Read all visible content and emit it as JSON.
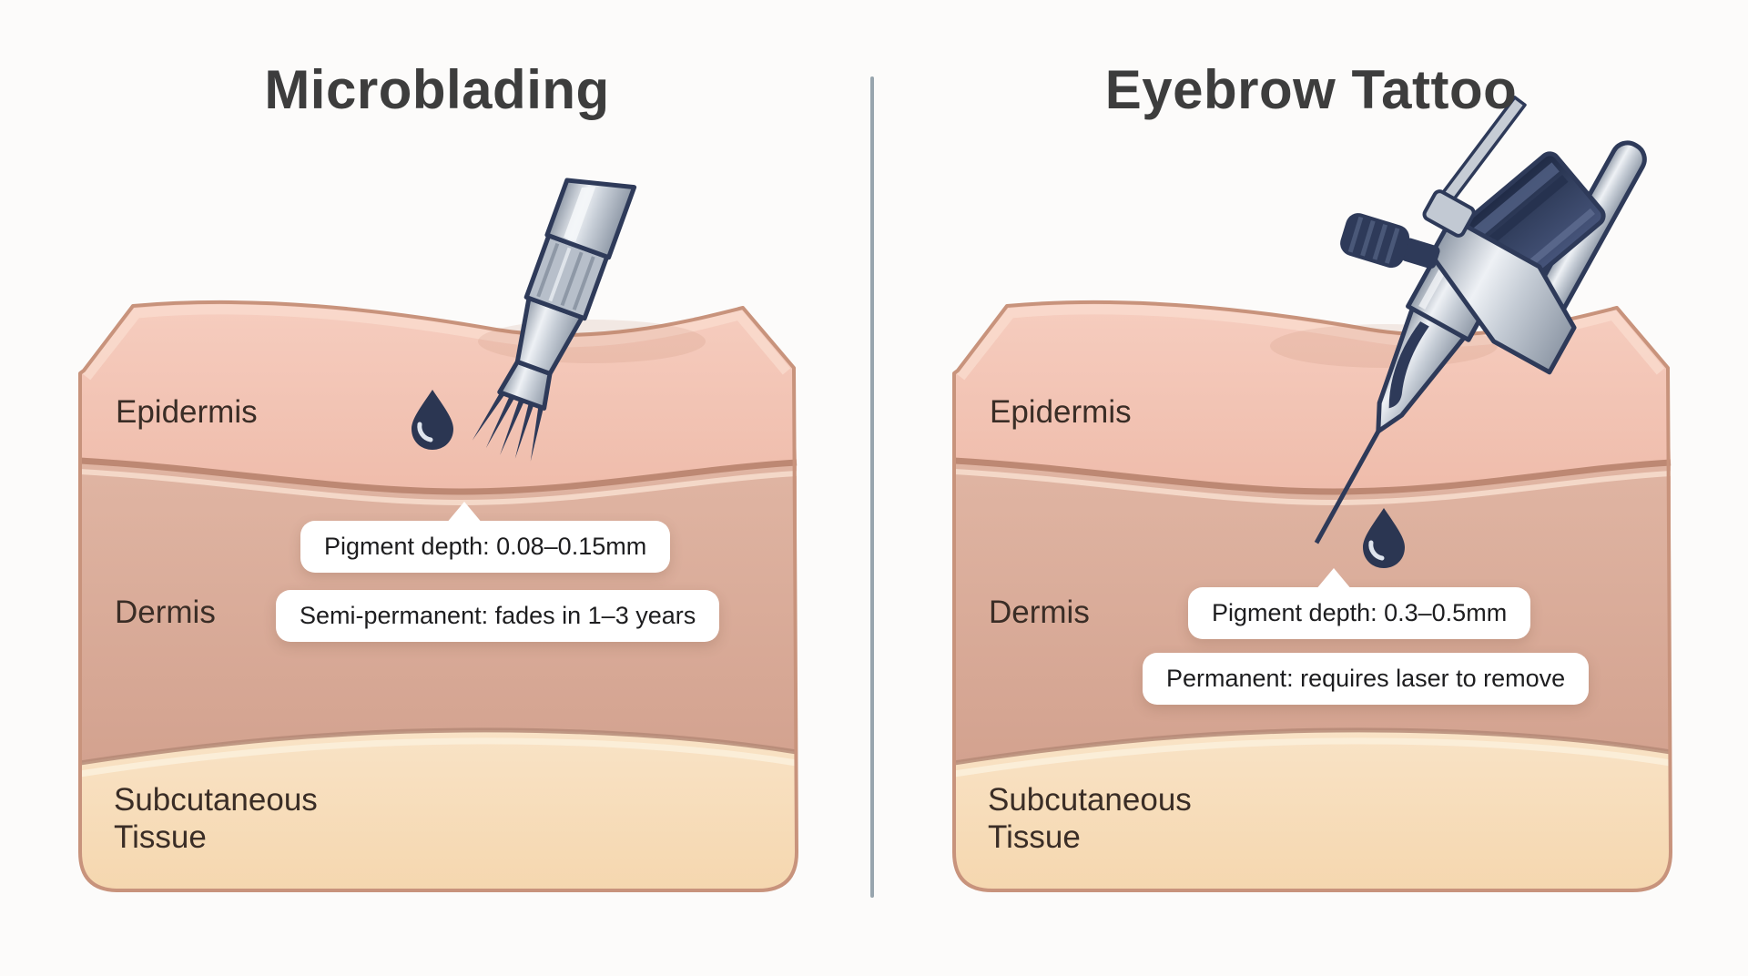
{
  "left_panel": {
    "title": "Microblading",
    "tool": "microblading-pen",
    "labels": {
      "epidermis": "Epidermis",
      "dermis": "Dermis",
      "subcutaneous": "Subcutaneous Tissue"
    },
    "callouts": {
      "depth": "Pigment depth: 0.08–0.15mm",
      "permanence": "Semi-permanent: fades in 1–3 years"
    }
  },
  "right_panel": {
    "title": "Eyebrow Tattoo",
    "tool": "tattoo-machine",
    "labels": {
      "epidermis": "Epidermis",
      "dermis": "Dermis",
      "subcutaneous": "Subcutaneous Tissue"
    },
    "callouts": {
      "depth": "Pigment depth: 0.3–0.5mm",
      "permanence": "Permanent: requires laser to remove"
    }
  },
  "colors": {
    "background": "#fcfbfa",
    "epidermis": "#f4c7b8",
    "epidermis_highlight": "#f9dccf",
    "dermis": "#dcb1a0",
    "subcutaneous": "#f8debc",
    "layer_boundary": "#bd8873",
    "block_outline": "#c8937c",
    "ink_navy": "#2b3652",
    "tool_outline": "#2e3a59",
    "metal_light": "#eef1f5",
    "metal_dark": "#8f99a7",
    "divider": "#8695a0",
    "title_text": "#3d3d3d",
    "label_text": "#3a2d26",
    "callout_bg": "#ffffff",
    "callout_text": "#1d1d1f"
  }
}
